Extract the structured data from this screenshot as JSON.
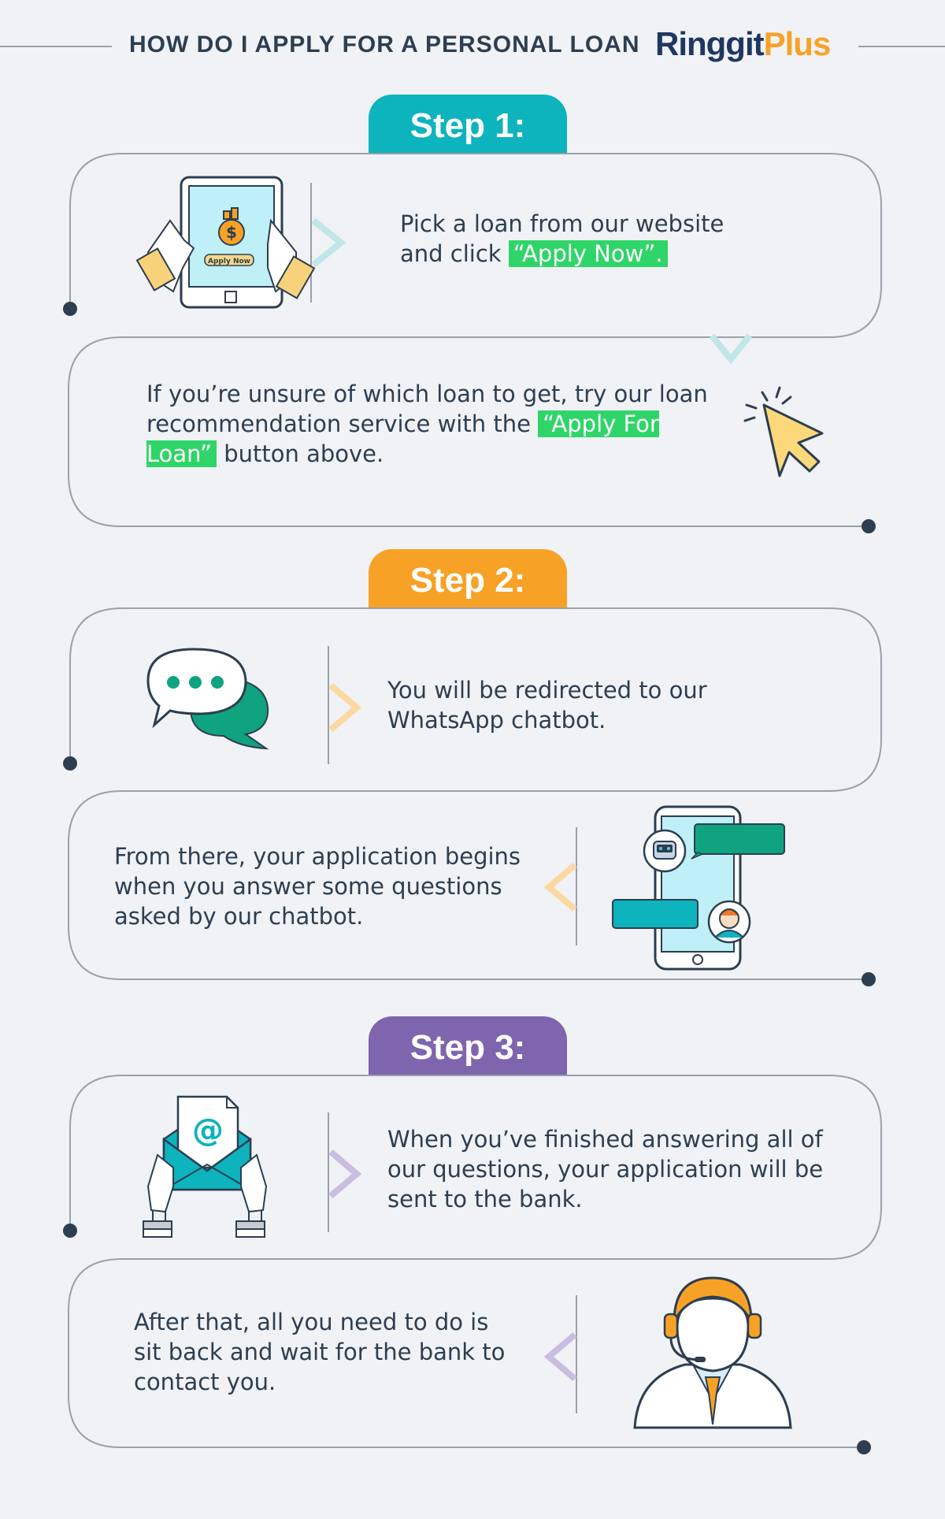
{
  "header": {
    "title": "HOW DO I APPLY FOR A PERSONAL LOAN",
    "logo_part1": "Ringgit",
    "logo_part2": "Plus"
  },
  "colors": {
    "step1": "#0db3bd",
    "step2": "#f7a226",
    "step3": "#7e65ad",
    "highlight": "#2fd568",
    "text": "#2d3e50",
    "line": "#9aa1aa",
    "background": "#f0f2f6"
  },
  "steps": [
    {
      "label": "Step 1:",
      "card1": {
        "text_before": "Pick a loan from our website and click ",
        "highlight": "“Apply Now”.",
        "icon": "tablet-apply-now-icon",
        "icon_label": "Apply Now"
      },
      "card2": {
        "text_before": "If you’re unsure of which loan to get, try our loan recommendation service with the ",
        "highlight": "“Apply For Loan”",
        "text_after": " button above.",
        "icon": "cursor-click-icon"
      }
    },
    {
      "label": "Step 2:",
      "card1": {
        "text": "You will be redirected to our WhatsApp chatbot.",
        "icon": "chat-bubbles-icon"
      },
      "card2": {
        "text": "From there, your application begins when you answer some questions asked by our chatbot.",
        "icon": "phone-chatbot-icon"
      }
    },
    {
      "label": "Step 3:",
      "card1": {
        "text": "When you’ve finished answering all of our questions, your application will be sent to the bank.",
        "icon": "email-envelope-icon"
      },
      "card2": {
        "text": "After that, all you need to do is sit back and wait for the bank to contact you.",
        "icon": "support-agent-icon"
      }
    }
  ]
}
